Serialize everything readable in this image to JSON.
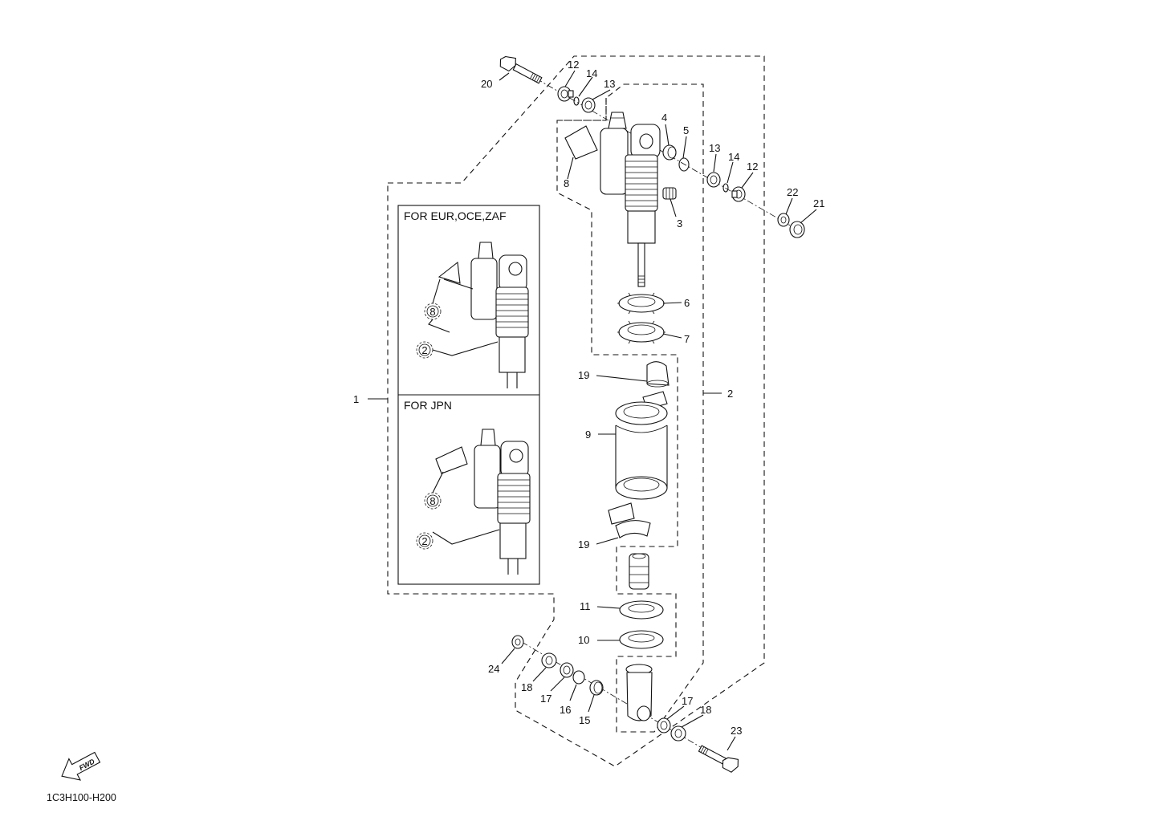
{
  "diagram": {
    "code": "1C3H100-H200",
    "fwd_label": "FWD",
    "boxes": [
      {
        "title": "FOR EUR,OCE,ZAF"
      },
      {
        "title": "FOR JPN"
      }
    ],
    "inset_refs": [
      "8",
      "2",
      "8",
      "2"
    ],
    "callouts": [
      {
        "num": "1"
      },
      {
        "num": "2"
      },
      {
        "num": "3"
      },
      {
        "num": "4"
      },
      {
        "num": "5"
      },
      {
        "num": "6"
      },
      {
        "num": "7"
      },
      {
        "num": "8"
      },
      {
        "num": "9"
      },
      {
        "num": "10"
      },
      {
        "num": "11"
      },
      {
        "num": "12"
      },
      {
        "num": "12"
      },
      {
        "num": "13"
      },
      {
        "num": "13"
      },
      {
        "num": "14"
      },
      {
        "num": "14"
      },
      {
        "num": "15"
      },
      {
        "num": "16"
      },
      {
        "num": "17"
      },
      {
        "num": "17"
      },
      {
        "num": "18"
      },
      {
        "num": "18"
      },
      {
        "num": "19"
      },
      {
        "num": "19"
      },
      {
        "num": "20"
      },
      {
        "num": "21"
      },
      {
        "num": "22"
      },
      {
        "num": "23"
      },
      {
        "num": "24"
      }
    ]
  }
}
